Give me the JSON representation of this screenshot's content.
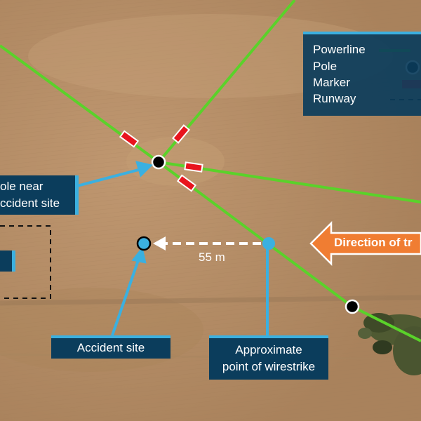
{
  "legend": {
    "powerline": "Powerline",
    "pole": "Pole",
    "marker": "Marker",
    "runway": "Runway"
  },
  "callouts": {
    "pole_near_line1": "ole near",
    "pole_near_line2": "ccident site",
    "accident_site": "Accident site",
    "wirestrike_line1": "Approximate",
    "wirestrike_line2": "point of wirestrike"
  },
  "distance_label": "55 m",
  "direction_label": "Direction of tr",
  "colors": {
    "powerline": "#5ad22a",
    "pole": "#000000",
    "marker": "#e8141e",
    "callout_bg": "#0b3d5c",
    "callout_accent": "#3bb0e0",
    "direction_arrow": "#f07d32",
    "ground": "#b89068"
  }
}
